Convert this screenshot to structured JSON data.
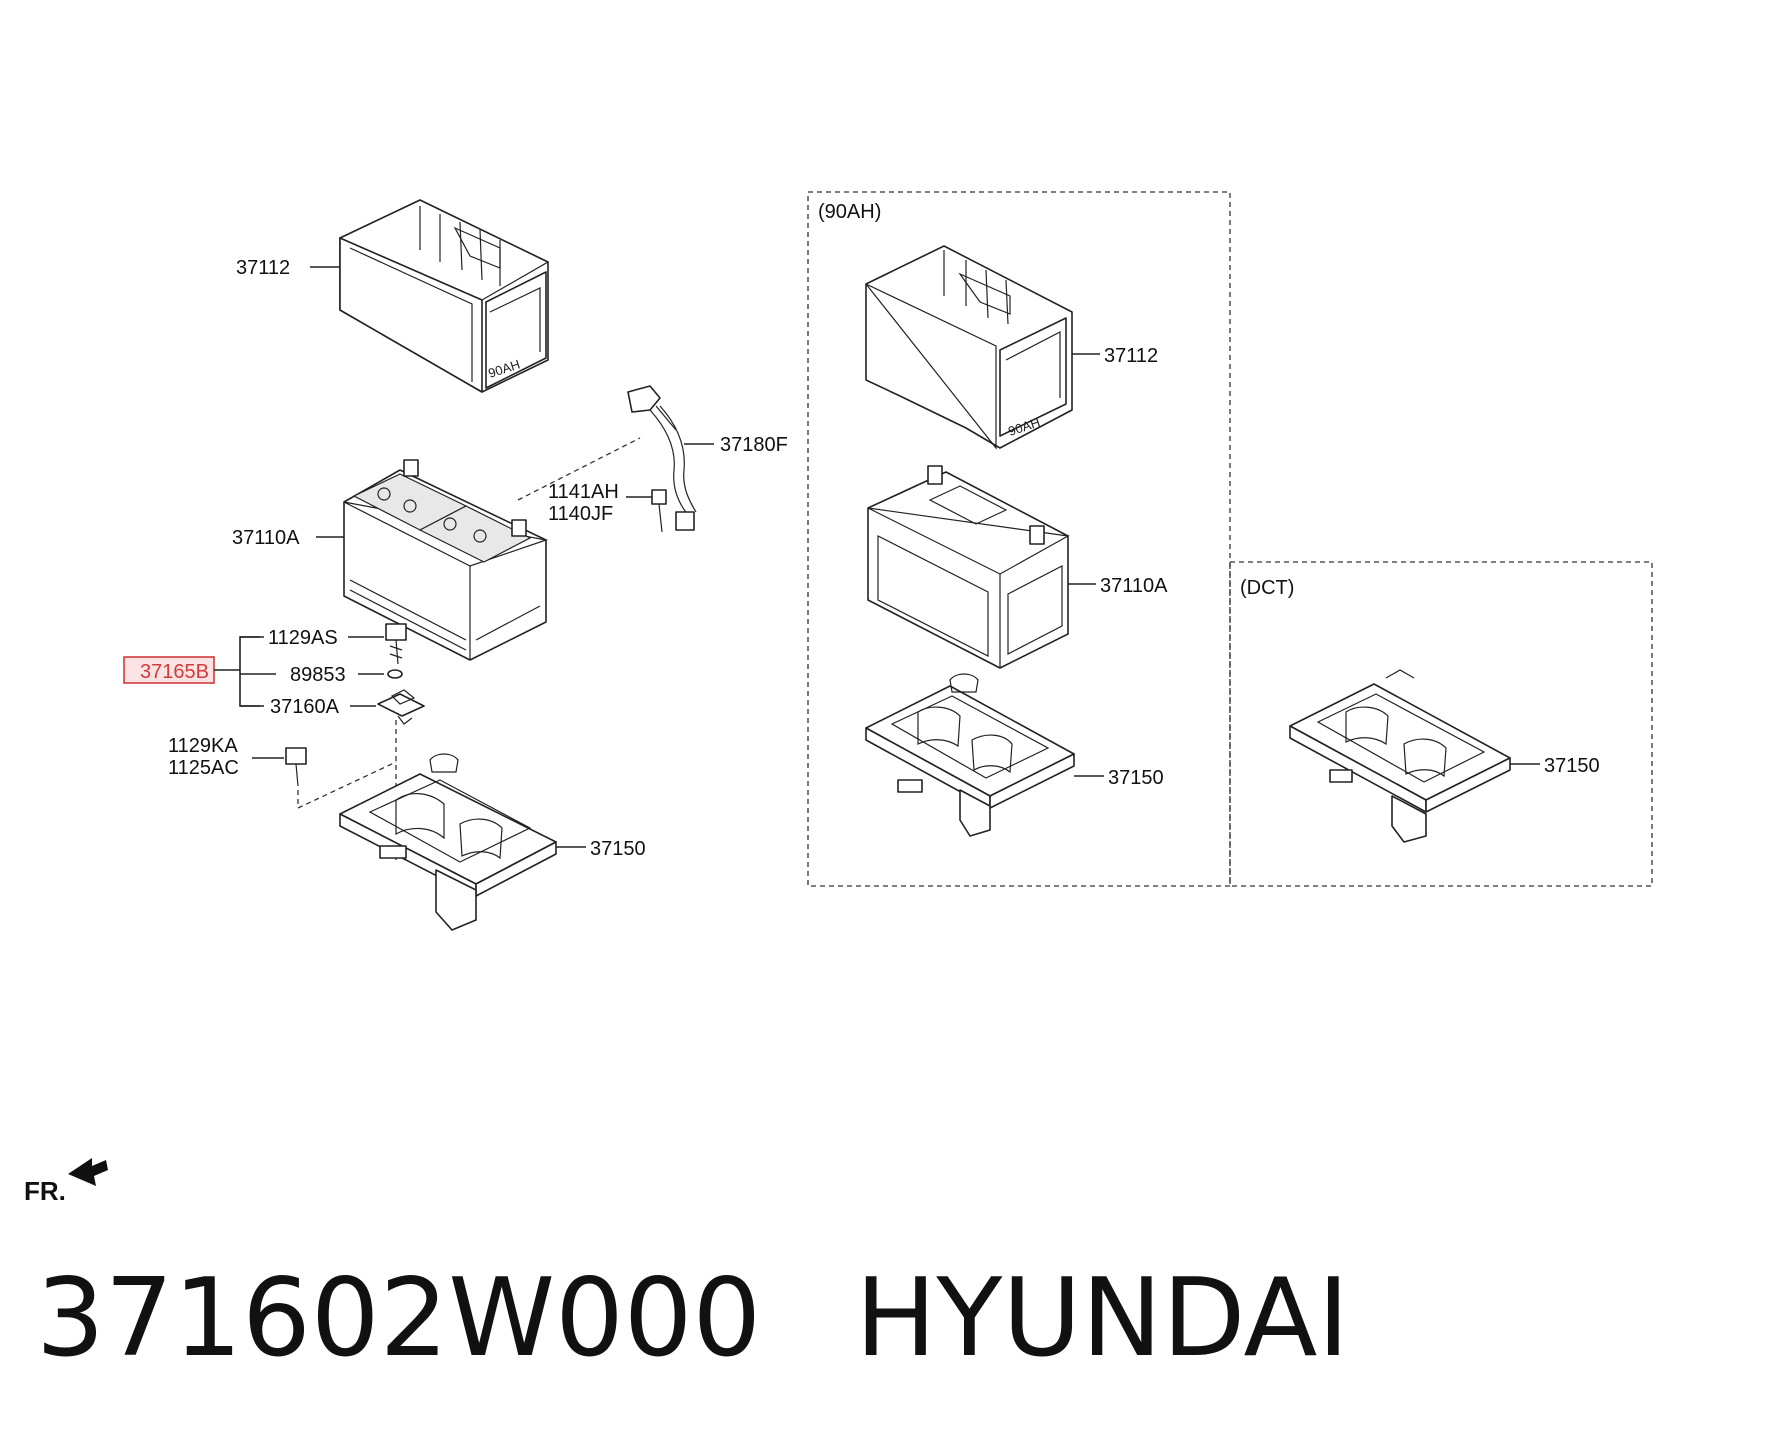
{
  "sections": {
    "variant_90ah": "(90AH)",
    "variant_dct": "(DCT)"
  },
  "main": {
    "tray_cover": "37112",
    "battery": "37110A",
    "cable": "37180F",
    "cable_bolt_1": "1141AH",
    "cable_bolt_2": "1140JF",
    "bracket_assy": "37165B",
    "bolt_1129AS": "1129AS",
    "washer": "89853",
    "clamp": "37160A",
    "tray_bolt_1": "1129KA",
    "tray_bolt_2": "1125AC",
    "tray": "37150"
  },
  "variant_90ah": {
    "tray_cover": "37112",
    "battery": "37110A",
    "tray": "37150"
  },
  "variant_dct": {
    "tray": "37150"
  },
  "direction": {
    "front_label": "FR."
  },
  "footer": {
    "part_number": "371602W000",
    "brand": "HYUNDAI"
  },
  "colors": {
    "highlight": "#d23b3b",
    "highlight_fill": "#fbe3e3"
  }
}
